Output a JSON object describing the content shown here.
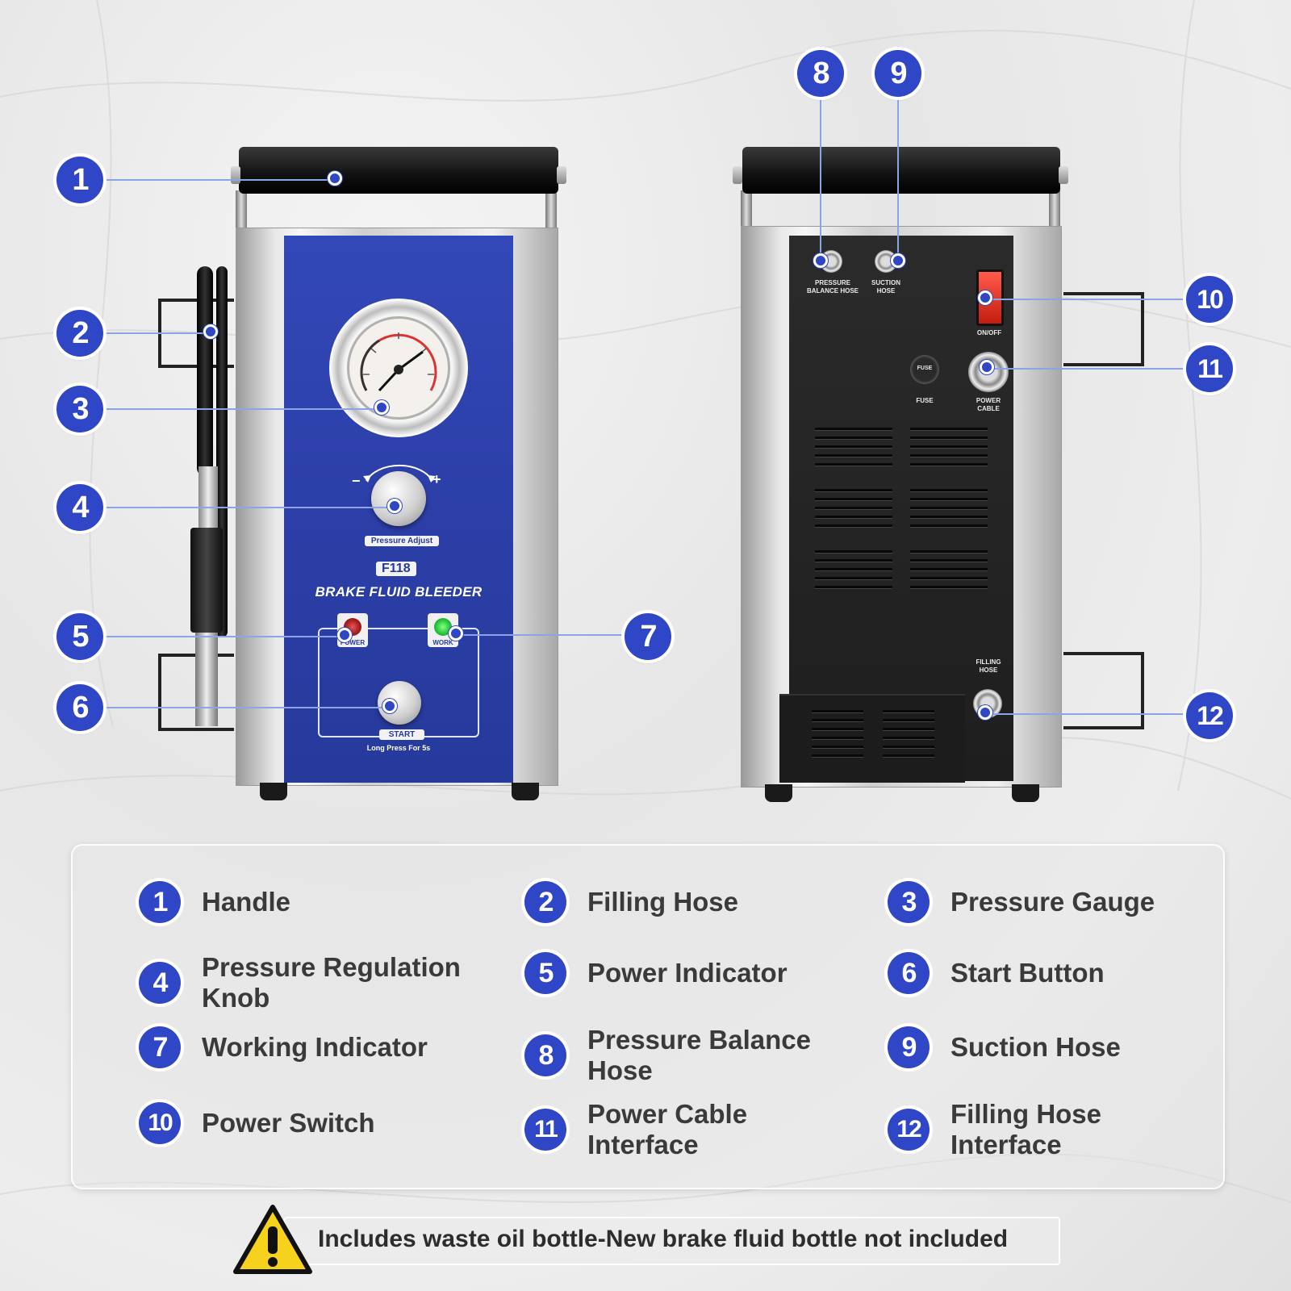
{
  "front_panel": {
    "pressure_adjust_label": "Pressure Adjust",
    "knob_minus": "−",
    "knob_plus": "+",
    "model": "F118",
    "product_name": "BRAKE FLUID BLEEDER",
    "power_label": "POWER",
    "work_label": "WORK",
    "start_label": "START",
    "start_hint": "Long Press For 5s"
  },
  "back_panel": {
    "pressure_balance_hose": "PRESSURE BALANCE HOSE",
    "suction_hose": "SUCTION HOSE",
    "on_off": "ON/OFF",
    "fuse_cap": "FUSE",
    "fuse": "FUSE",
    "power_cable": "POWER CABLE",
    "filling_hose": "FILLING HOSE"
  },
  "callouts": [
    "1",
    "2",
    "3",
    "4",
    "5",
    "6",
    "7",
    "8",
    "9",
    "10",
    "11",
    "12"
  ],
  "legend": [
    {
      "num": "1",
      "text": "Handle"
    },
    {
      "num": "2",
      "text": "Filling Hose"
    },
    {
      "num": "3",
      "text": "Pressure Gauge"
    },
    {
      "num": "4",
      "text": "Pressure Regulation Knob"
    },
    {
      "num": "5",
      "text": "Power Indicator"
    },
    {
      "num": "6",
      "text": "Start Button"
    },
    {
      "num": "7",
      "text": "Working Indicator"
    },
    {
      "num": "8",
      "text": "Pressure Balance Hose"
    },
    {
      "num": "9",
      "text": "Suction Hose"
    },
    {
      "num": "10",
      "text": "Power Switch"
    },
    {
      "num": "11",
      "text": "Power Cable Interface"
    },
    {
      "num": "12",
      "text": "Filling Hose Interface"
    }
  ],
  "warning": {
    "icon": "warning-triangle-icon",
    "text": "Includes waste oil bottle-New brake fluid bottle not included"
  },
  "colors": {
    "accent_blue": "#2f46c6",
    "panel_blue": "#2c3fa8",
    "warning_yellow": "#f7d21c",
    "power_led": "#c0392b",
    "work_led": "#2ecc40"
  }
}
